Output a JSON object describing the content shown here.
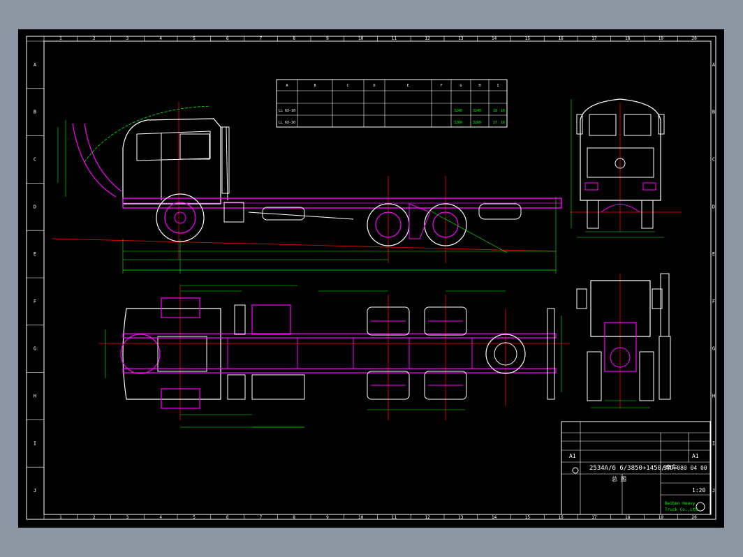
{
  "border": {
    "top_columns": [
      "1",
      "2",
      "3",
      "4",
      "5",
      "6",
      "7",
      "8",
      "9",
      "10",
      "11",
      "12",
      "13",
      "14",
      "15",
      "16",
      "17",
      "18",
      "19",
      "20"
    ],
    "side_rows": [
      "A",
      "B",
      "C",
      "D",
      "E",
      "F",
      "G",
      "H",
      "I",
      "J"
    ]
  },
  "spec_table": {
    "headers": [
      "",
      "A",
      "B",
      "C",
      "D",
      "E",
      "F",
      "G",
      "H",
      "I"
    ],
    "rows": [
      [
        "LL 6X-10",
        "",
        "",
        "",
        "",
        "",
        "",
        "3240",
        "3240",
        "18",
        "16"
      ],
      [
        "LL 6X-10",
        "",
        "",
        "",
        "",
        "",
        "",
        "3260",
        "3260",
        "17",
        "16"
      ]
    ]
  },
  "title_block": {
    "model_text": "2534A/6 6/3850+1450/牵车",
    "drawing_number": "SYD 080 04 00",
    "sheet_label": "A1",
    "scale_cell": "总 图",
    "sheet_size": "A1",
    "scale": "1:20",
    "company_lines": [
      "Beiben Heavy",
      "Truck Co.,Ltd."
    ]
  },
  "colors": {
    "sheet": "#000000",
    "frame": "#ffffff",
    "geometry_white": "#ffffff",
    "geometry_magenta": "#ff00ff",
    "dimension_green": "#00ff00",
    "centerline_red": "#ff0000",
    "annotation_yellow": "#ffff00",
    "outer_bg": "#8c96a3"
  }
}
